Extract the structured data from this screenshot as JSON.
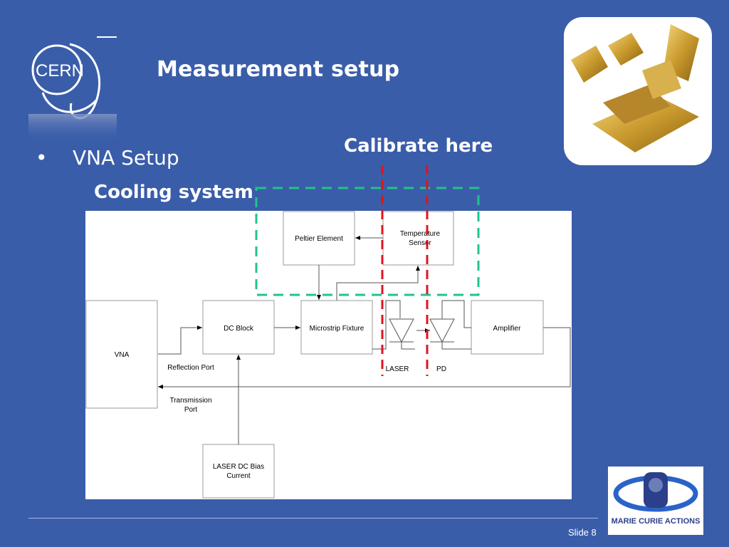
{
  "slide": {
    "title": "Measurement setup",
    "annotation": "Calibrate here",
    "bullet": "VNA Setup",
    "subheading": "Cooling system",
    "slide_number": "Slide 8"
  },
  "logos": {
    "cern": "CERN",
    "marie_curie": "MARIE CURIE ACTIONS"
  },
  "diagram": {
    "peltier": "Peltier Element",
    "temp_sensor_line1": "Temperature",
    "temp_sensor_line2": "Sensor",
    "vna": "VNA",
    "dc_block": "DC Block",
    "microstrip": "Microstrip Fixture",
    "amplifier": "Amplifier",
    "reflection_port": "Reflection Port",
    "transmission_line1": "Transmission",
    "transmission_line2": "Port",
    "laser": "LASER",
    "pd": "PD",
    "bias_line1": "LASER DC Bias",
    "bias_line2": "Current"
  },
  "colors": {
    "background": "#3a5da9",
    "cooling_box_dashed": "#1fc48c",
    "calibration_lines": "#e0141c"
  }
}
